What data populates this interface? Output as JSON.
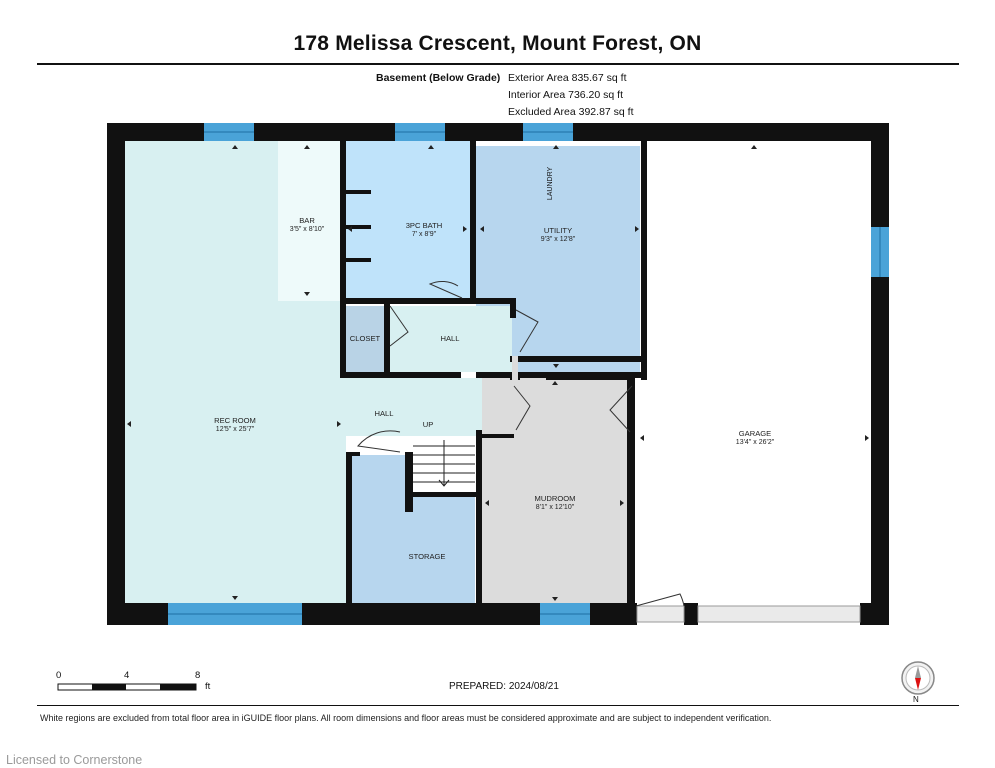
{
  "header": {
    "title": "178 Melissa Crescent, Mount Forest, ON"
  },
  "level": {
    "name": "Basement (Below Grade)",
    "exterior_area": "Exterior Area 835.67 sq ft",
    "interior_area": "Interior Area 736.20 sq ft",
    "excluded_area": "Excluded Area 392.87 sq ft"
  },
  "rooms": {
    "rec_room": {
      "name": "REC ROOM",
      "dims": "12'5\" x 25'7\""
    },
    "bar": {
      "name": "BAR",
      "dims": "3'5\" x 8'10\""
    },
    "bath": {
      "name": "3PC BATH",
      "dims": "7' x 8'9\""
    },
    "utility": {
      "name": "UTILITY",
      "dims": "9'3\" x 12'8\""
    },
    "laundry": {
      "name": "LAUNDRY"
    },
    "garage": {
      "name": "GARAGE",
      "dims": "13'4\" x 26'2\""
    },
    "closet": {
      "name": "CLOSET"
    },
    "hall_upper": {
      "name": "HALL"
    },
    "hall_lower": {
      "name": "HALL"
    },
    "up": {
      "name": "UP"
    },
    "mudroom": {
      "name": "MUDROOM",
      "dims": "8'1\" x 12'10\""
    },
    "storage": {
      "name": "STORAGE"
    }
  },
  "scale": {
    "t0": "0",
    "t4": "4",
    "t8": "8",
    "unit": "ft"
  },
  "prepared": "PREPARED: 2024/08/21",
  "compass_label": "N",
  "footer_note": "White regions are excluded from total floor area in iGUIDE floor plans. All room dimensions and floor areas must be considered approximate and are subject to independent verification.",
  "watermark": "Licensed to Cornerstone",
  "colors": {
    "wall": "#111111",
    "window": "#4aa3d8",
    "rec_room": "#d8f0f1",
    "bar": "#eefafa",
    "bath": "#bfe3fa",
    "utility": "#b7d6ee",
    "closet": "#b9d3e6",
    "hall": "#d8f0f1",
    "mudroom": "#dcdcdc",
    "storage": "#b7d6ee"
  }
}
